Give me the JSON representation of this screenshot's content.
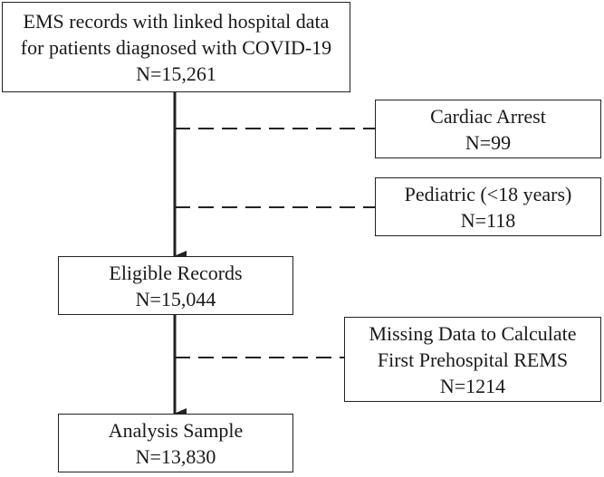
{
  "nodes": {
    "source": {
      "lines": [
        "EMS records with linked hospital data",
        "for patients diagnosed with COVID-19",
        "N=15,261"
      ]
    },
    "cardiac_arrest": {
      "lines": [
        "Cardiac Arrest",
        "N=99"
      ]
    },
    "pediatric": {
      "lines": [
        "Pediatric (<18 years)",
        "N=118"
      ]
    },
    "eligible": {
      "lines": [
        "Eligible Records",
        "N=15,044"
      ]
    },
    "missing": {
      "lines": [
        "Missing Data to Calculate",
        "First Prehospital REMS",
        "N=1214"
      ]
    },
    "analysis": {
      "lines": [
        "Analysis Sample",
        "N=13,830"
      ]
    }
  },
  "edges": [
    {
      "from": "source",
      "to": "eligible",
      "style": "solid-arrow"
    },
    {
      "from": "source",
      "to": "cardiac_arrest",
      "style": "dashed"
    },
    {
      "from": "source",
      "to": "pediatric",
      "style": "dashed"
    },
    {
      "from": "eligible",
      "to": "analysis",
      "style": "solid-arrow"
    },
    {
      "from": "eligible",
      "to": "missing",
      "style": "dashed"
    }
  ]
}
